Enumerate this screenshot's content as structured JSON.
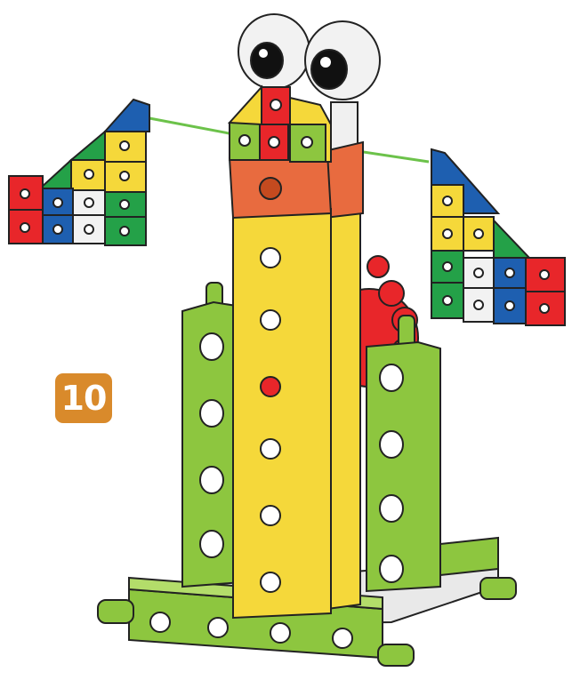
{
  "step": {
    "number": "10"
  },
  "colors": {
    "light_green": "#8dc63f",
    "yellow": "#f5d83a",
    "orange": "#e86b3f",
    "red": "#e8262a",
    "blue": "#1e5fb0",
    "dark_green": "#24a148",
    "white": "#f2f2f2",
    "badge": "#d98a2b",
    "connector_line": "#6cc24a"
  },
  "parts": {
    "eyes": "googly-eyes",
    "head": "cube-head",
    "neck": "orange-block",
    "body": "yellow-beams",
    "gear": "red-gear",
    "left_wing": "cube-wing-left",
    "right_wing": "cube-wing-right",
    "side_posts": "green-beams",
    "base": "green-base-frame"
  }
}
